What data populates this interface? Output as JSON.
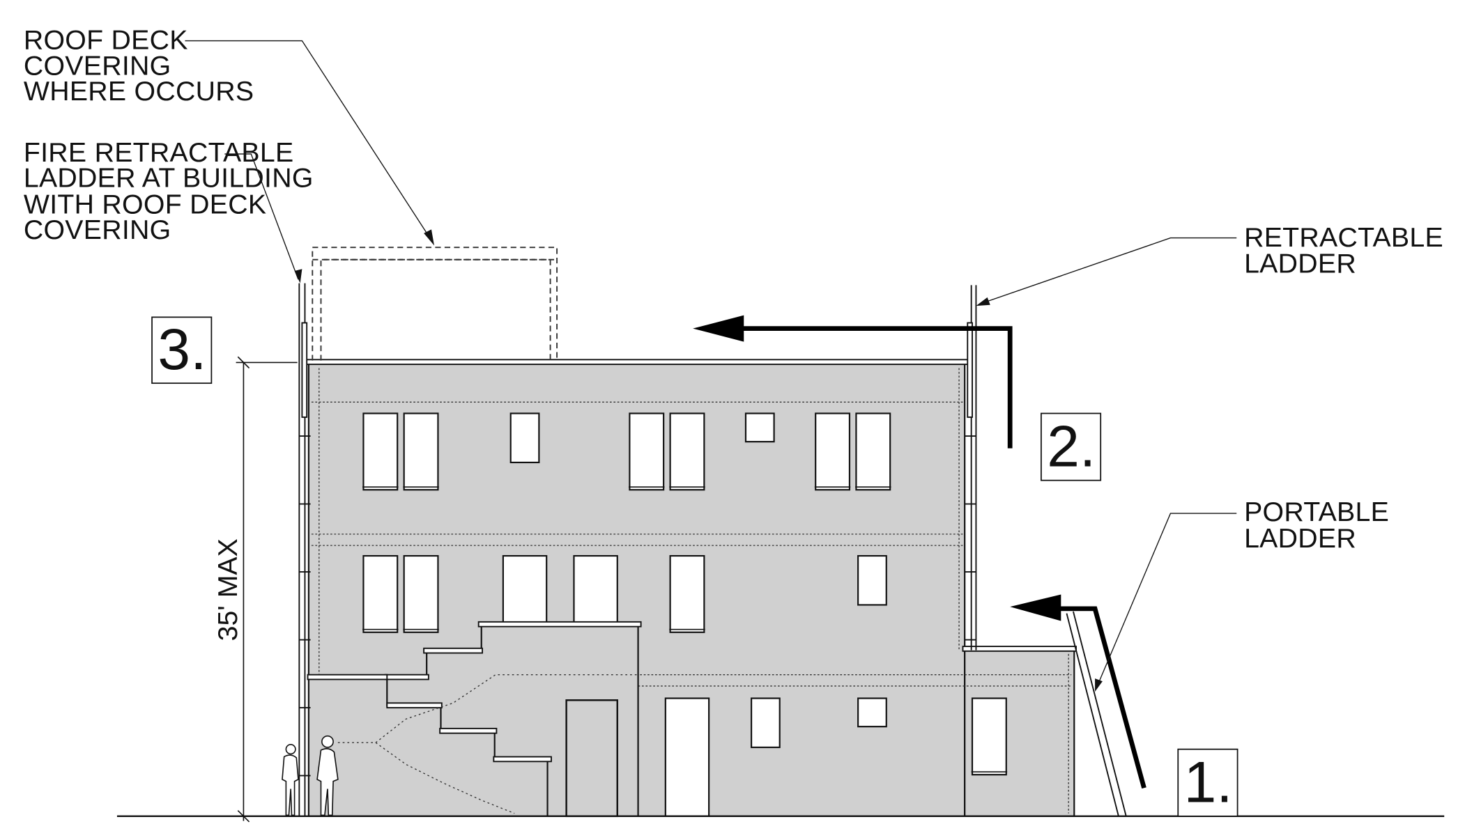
{
  "notes": {
    "roof_deck": [
      "ROOF DECK",
      "COVERING",
      "WHERE OCCURS"
    ],
    "fire_ladder": [
      "FIRE RETRACTABLE",
      "LADDER AT BUILDING",
      "WITH ROOF DECK",
      "COVERING"
    ],
    "retractable_ladder": [
      "RETRACTABLE",
      "LADDER"
    ],
    "portable_ladder": [
      "PORTABLE",
      "LADDER"
    ]
  },
  "steps": {
    "one": "1.",
    "two": "2.",
    "three": "3."
  },
  "dimension": {
    "height_label": "35' MAX"
  },
  "colors": {
    "wall": "#d0d0d0",
    "line": "#111111",
    "window": "#ffffff"
  }
}
